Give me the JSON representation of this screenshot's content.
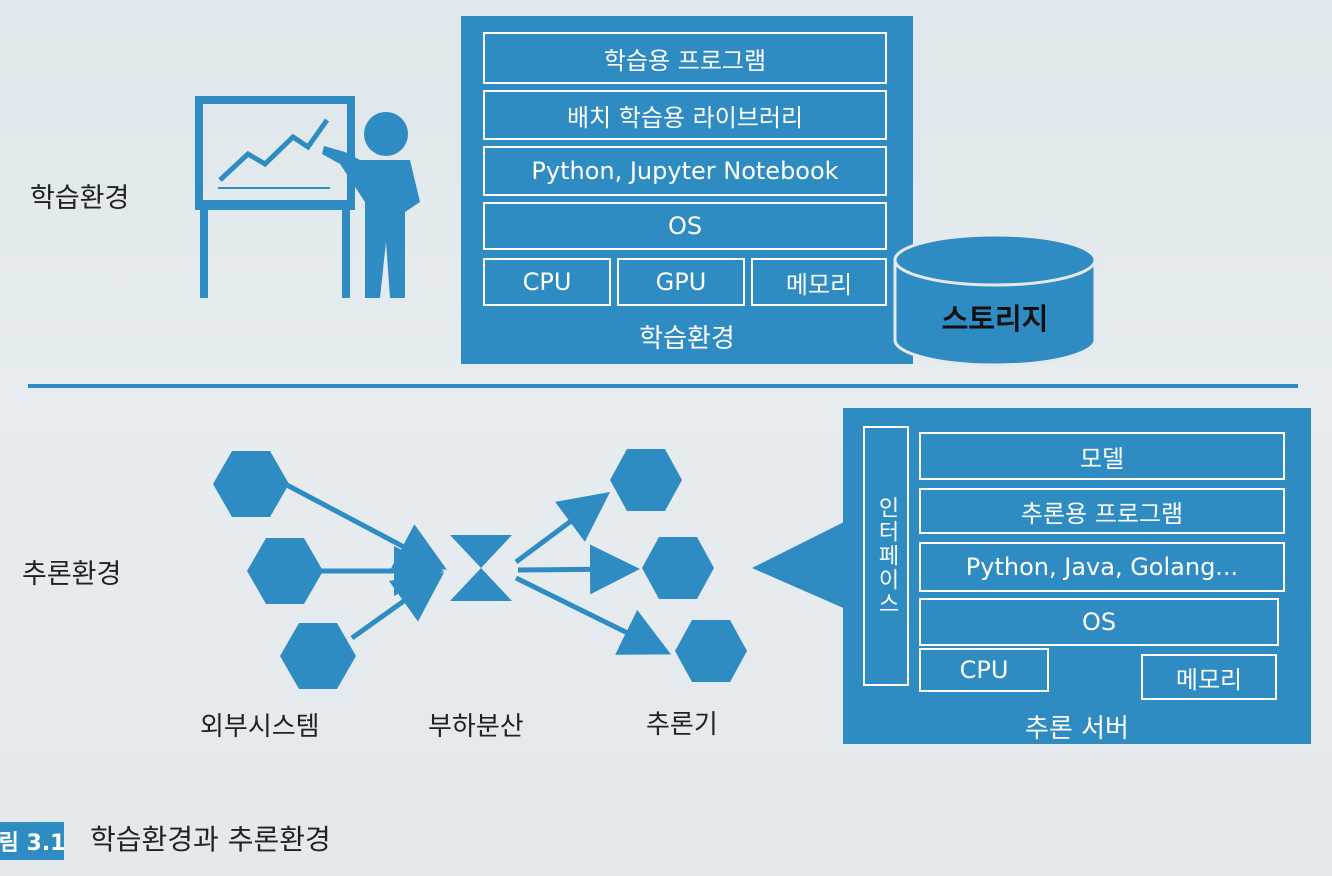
{
  "training": {
    "side_label": "학습환경",
    "stack": [
      "학습용 프로그램",
      "배치 학습용 라이브러리",
      "Python, Jupyter Notebook",
      "OS"
    ],
    "hardware": [
      "CPU",
      "GPU",
      "메모리"
    ],
    "footer": "학습환경",
    "storage": "스토리지"
  },
  "inference": {
    "side_label": "추론환경",
    "interface": "인터페이스",
    "stack": [
      "모델",
      "추론용 프로그램",
      "Python, Java, Golang...",
      "OS"
    ],
    "hardware": [
      "CPU",
      "메모리"
    ],
    "footer": "추론 서버",
    "external_label": "외부시스템",
    "lb_label": "부하분산",
    "inferer_label": "추론기"
  },
  "caption": {
    "number": "림 3.1",
    "text": "학습환경과 추론환경"
  },
  "colors": {
    "accent": "#2f8cc3",
    "text": "#222222"
  }
}
